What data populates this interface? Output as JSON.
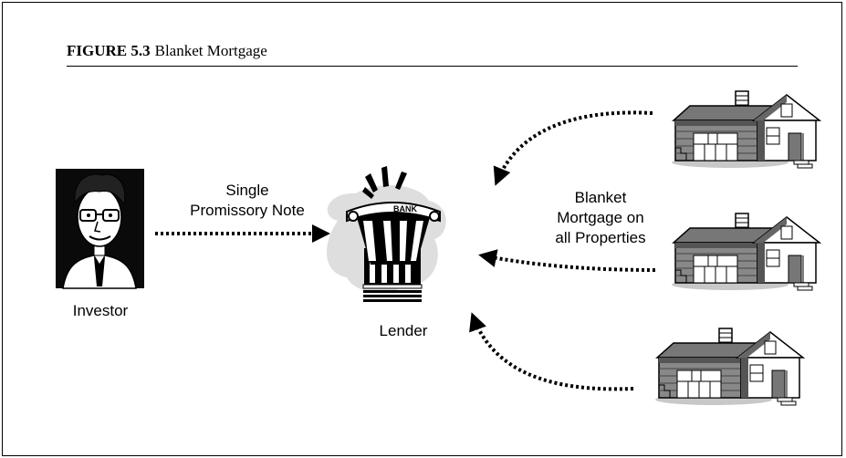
{
  "figure": {
    "number": "FIGURE 5.3",
    "title": "Blanket Mortgage"
  },
  "nodes": {
    "investor": "Investor",
    "lender": "Lender",
    "bank_sign": "BANK"
  },
  "edges": {
    "note_line1": "Single",
    "note_line2": "Promissory Note",
    "mortgage_line1": "Blanket",
    "mortgage_line2": "Mortgage on",
    "mortgage_line3": "all Properties"
  }
}
